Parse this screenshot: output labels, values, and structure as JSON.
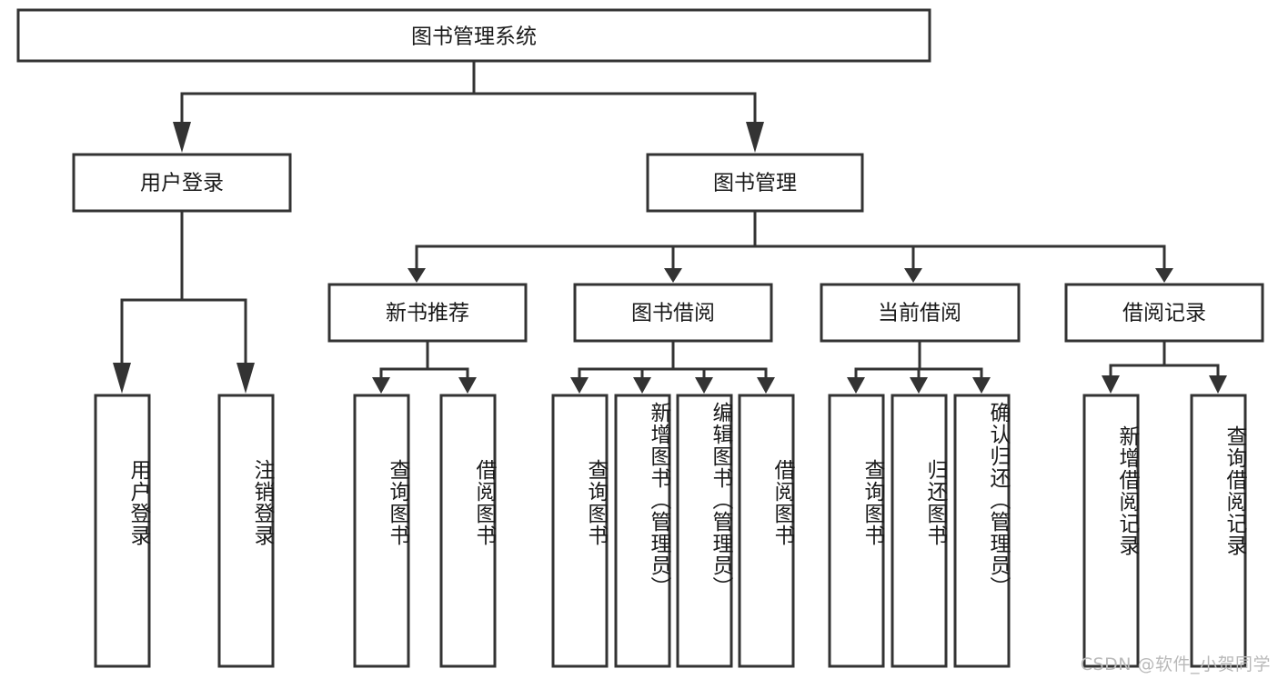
{
  "diagram": {
    "type": "hierarchy-tree",
    "title": "图书管理系统",
    "watermark": "CSDN @软件_小贺同学",
    "colors": {
      "box_stroke": "#333333",
      "box_fill": "#ffffff",
      "connector": "#333333",
      "text": "#1a1a1a",
      "watermark": "#b9b9b9",
      "background": "#ffffff"
    },
    "levels": {
      "root": "图书管理系统",
      "level2": [
        "用户登录",
        "图书管理"
      ],
      "level3": [
        "新书推荐",
        "图书借阅",
        "当前借阅",
        "借阅记录"
      ]
    },
    "nodes": {
      "root": {
        "label": "图书管理系统"
      },
      "user_login": {
        "label": "用户登录"
      },
      "book_manage": {
        "label": "图书管理"
      },
      "new_book_rec": {
        "label": "新书推荐"
      },
      "book_borrow": {
        "label": "图书借阅"
      },
      "current_borrow": {
        "label": "当前借阅"
      },
      "borrow_record": {
        "label": "借阅记录"
      }
    },
    "leaves": {
      "user_login": [
        {
          "label": "用户登录"
        },
        {
          "label": "注销登录"
        }
      ],
      "new_book_rec": [
        {
          "label": "查询图书"
        },
        {
          "label": "借阅图书"
        }
      ],
      "book_borrow": [
        {
          "label": "查询图书"
        },
        {
          "label": "新增图书（管理员）"
        },
        {
          "label": "编辑图书（管理员）"
        },
        {
          "label": "借阅图书"
        }
      ],
      "current_borrow": [
        {
          "label": "查询图书"
        },
        {
          "label": "归还图书"
        },
        {
          "label": "确认归还（管理员）"
        }
      ],
      "borrow_record": [
        {
          "label": "新增借阅记录"
        },
        {
          "label": "查询借阅记录"
        }
      ]
    }
  }
}
